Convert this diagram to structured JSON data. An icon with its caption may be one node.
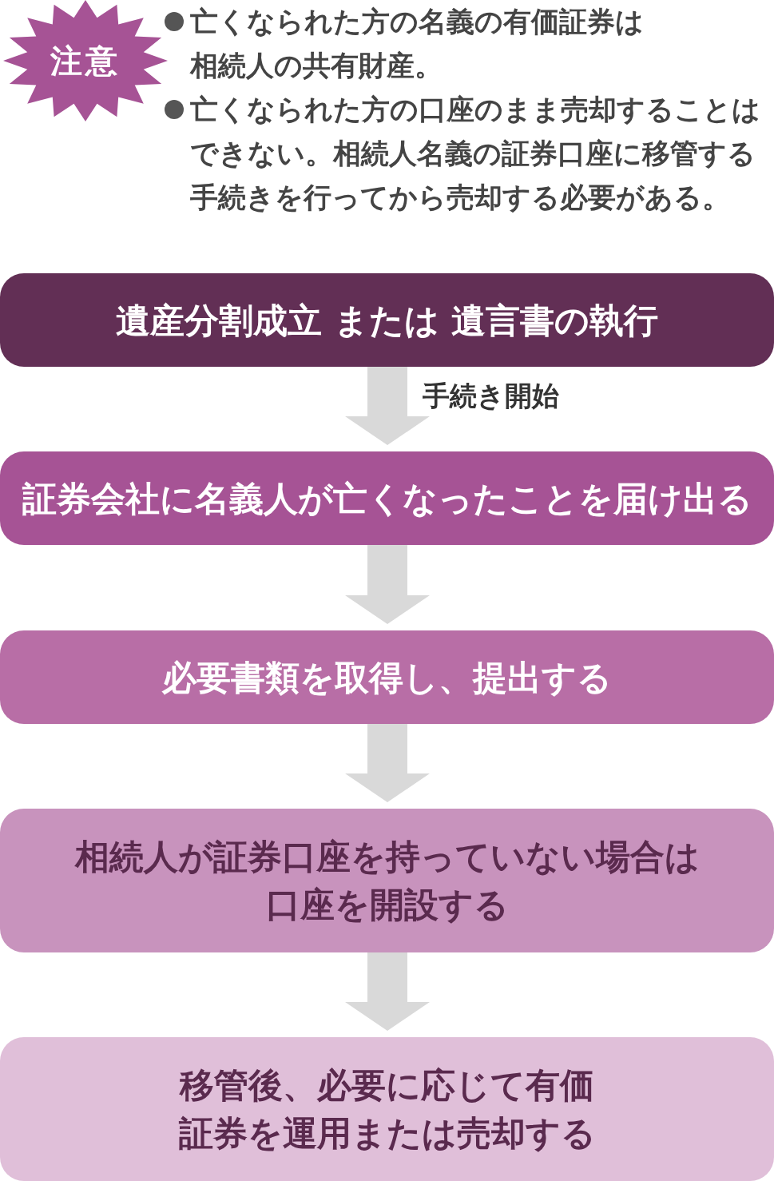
{
  "diagram": {
    "nodes": [
      {
        "text": [
          "注意"
        ],
        "beside": [
          "亡くなられた方の名義の有価証券は相続人の共有財産。",
          "亡くなられた方の口座のまま売却することはできない。相続人名義の証券口座に移管する手続きを行ってから売却する必要がある。"
        ]
      },
      {
        "text": [
          "遺産分割成立 または 遺言書の執行"
        ]
      },
      {
        "text": [
          "証券会社に名義人が亡くなったことを届け出る"
        ]
      },
      {
        "text": [
          "必要書類を取得し、提出する"
        ]
      },
      {
        "text": [
          "相続人が証券口座を持っていない場合は口座を開設する"
        ]
      },
      {
        "text": [
          "移管後、必要に応じて有価証券を運用または売却する"
        ]
      }
    ],
    "edges": [
      {
        "from": 1,
        "to": 2,
        "arrow": "to",
        "label": "手続き開始"
      },
      {
        "from": 2,
        "to": 3,
        "arrow": "to"
      },
      {
        "from": 3,
        "to": 4,
        "arrow": "to"
      },
      {
        "from": 4,
        "to": 5,
        "arrow": "to"
      }
    ]
  }
}
